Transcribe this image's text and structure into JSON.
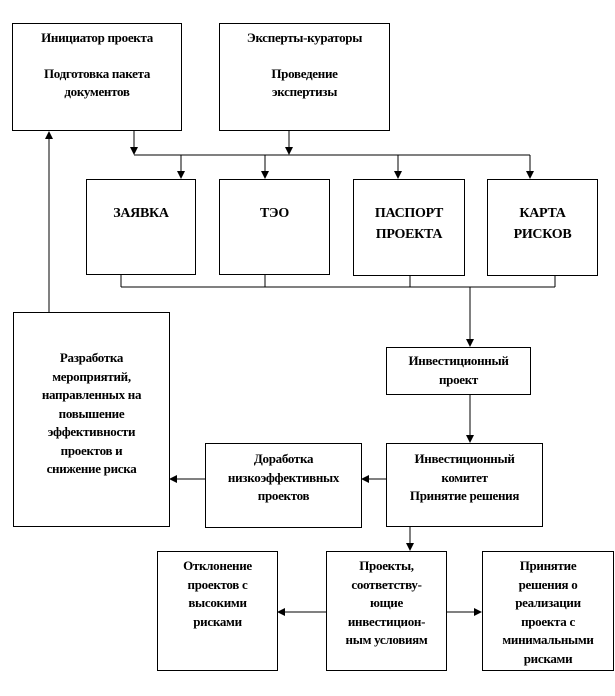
{
  "initiator": {
    "title": "Инициатор проекта",
    "lines": [
      "Подготовка пакета",
      "документов"
    ]
  },
  "experts": {
    "title": "Эксперты-кураторы",
    "lines": [
      "Проведение",
      "экспертизы"
    ]
  },
  "documents": [
    {
      "lines": [
        "ЗАЯВКА"
      ]
    },
    {
      "lines": [
        "ТЭО"
      ]
    },
    {
      "lines": [
        "ПАСПОРТ",
        "ПРОЕКТА"
      ]
    },
    {
      "lines": [
        "КАРТА",
        "РИСКОВ"
      ]
    }
  ],
  "development": {
    "lines": [
      "Разработка",
      "мероприятий,",
      "направленных на",
      "повышение",
      "эффективности",
      "проектов и",
      "снижение риска"
    ]
  },
  "investment_project": {
    "lines": [
      "Инвестиционный",
      "проект"
    ]
  },
  "committee": {
    "lines": [
      "Инвестиционный",
      "комитет",
      "Принятие решения"
    ]
  },
  "refinement": {
    "lines": [
      "Доработка",
      "низкоэффективных",
      "проектов"
    ]
  },
  "rejection": {
    "lines": [
      "Отклонение",
      "проектов с",
      "высокими",
      "рисками"
    ]
  },
  "compliant": {
    "lines": [
      "Проекты,",
      "соответству-",
      "ющие",
      "инвестицион-",
      "ным условиям"
    ]
  },
  "approval": {
    "lines": [
      "Принятие",
      "решения о",
      "реализации",
      "проекта с",
      "минимальными",
      "рисками"
    ]
  }
}
